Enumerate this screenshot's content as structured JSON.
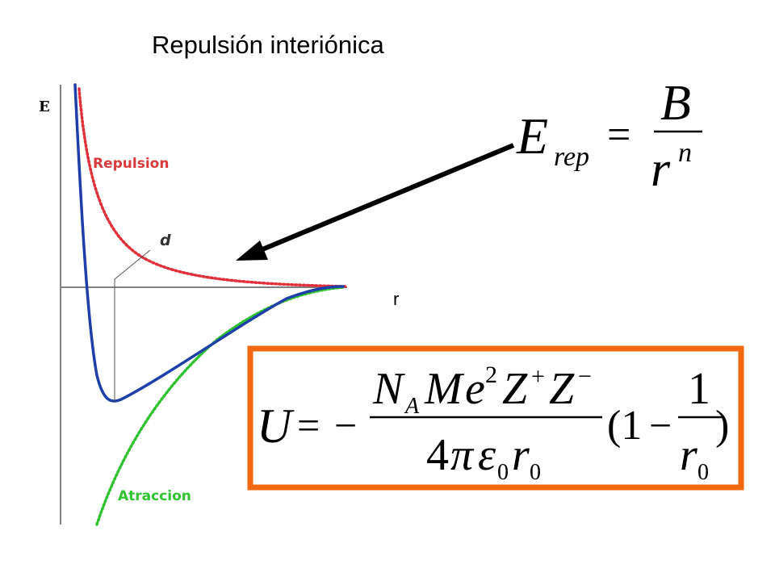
{
  "title": "Repulsión interiónica",
  "graph": {
    "y_axis_label": "E",
    "x_axis_label": "r",
    "repulsion_label": "Repulsion",
    "attraction_label": "Atraccion",
    "distance_label": "d",
    "colors": {
      "total": "#1f3fa8",
      "repulsion": "#e0303a",
      "attraction": "#2fc22f",
      "axis": "#808080",
      "box": "#f26a10",
      "arrow": "#000000"
    }
  },
  "formula_rep": {
    "E": "E",
    "sub": "rep",
    "eq": "=",
    "num": "B",
    "den": "r",
    "exp": "n"
  },
  "formula_u": {
    "U": "U",
    "eq": "=",
    "minus": "−",
    "N": "N",
    "A": "A",
    "M": "M",
    "e": "e",
    "two": "2",
    "Z1": "Z",
    "plus": "+",
    "Z2": "Z",
    "minus_sup": "−",
    "four": "4",
    "pi": "π",
    "eps": "ε",
    "zero1": "0",
    "r1": "r",
    "zero2": "0",
    "paren_open": "(1",
    "minus2": "−",
    "one": "1",
    "r2": "r",
    "zero3": "0",
    "paren_close": ")"
  }
}
